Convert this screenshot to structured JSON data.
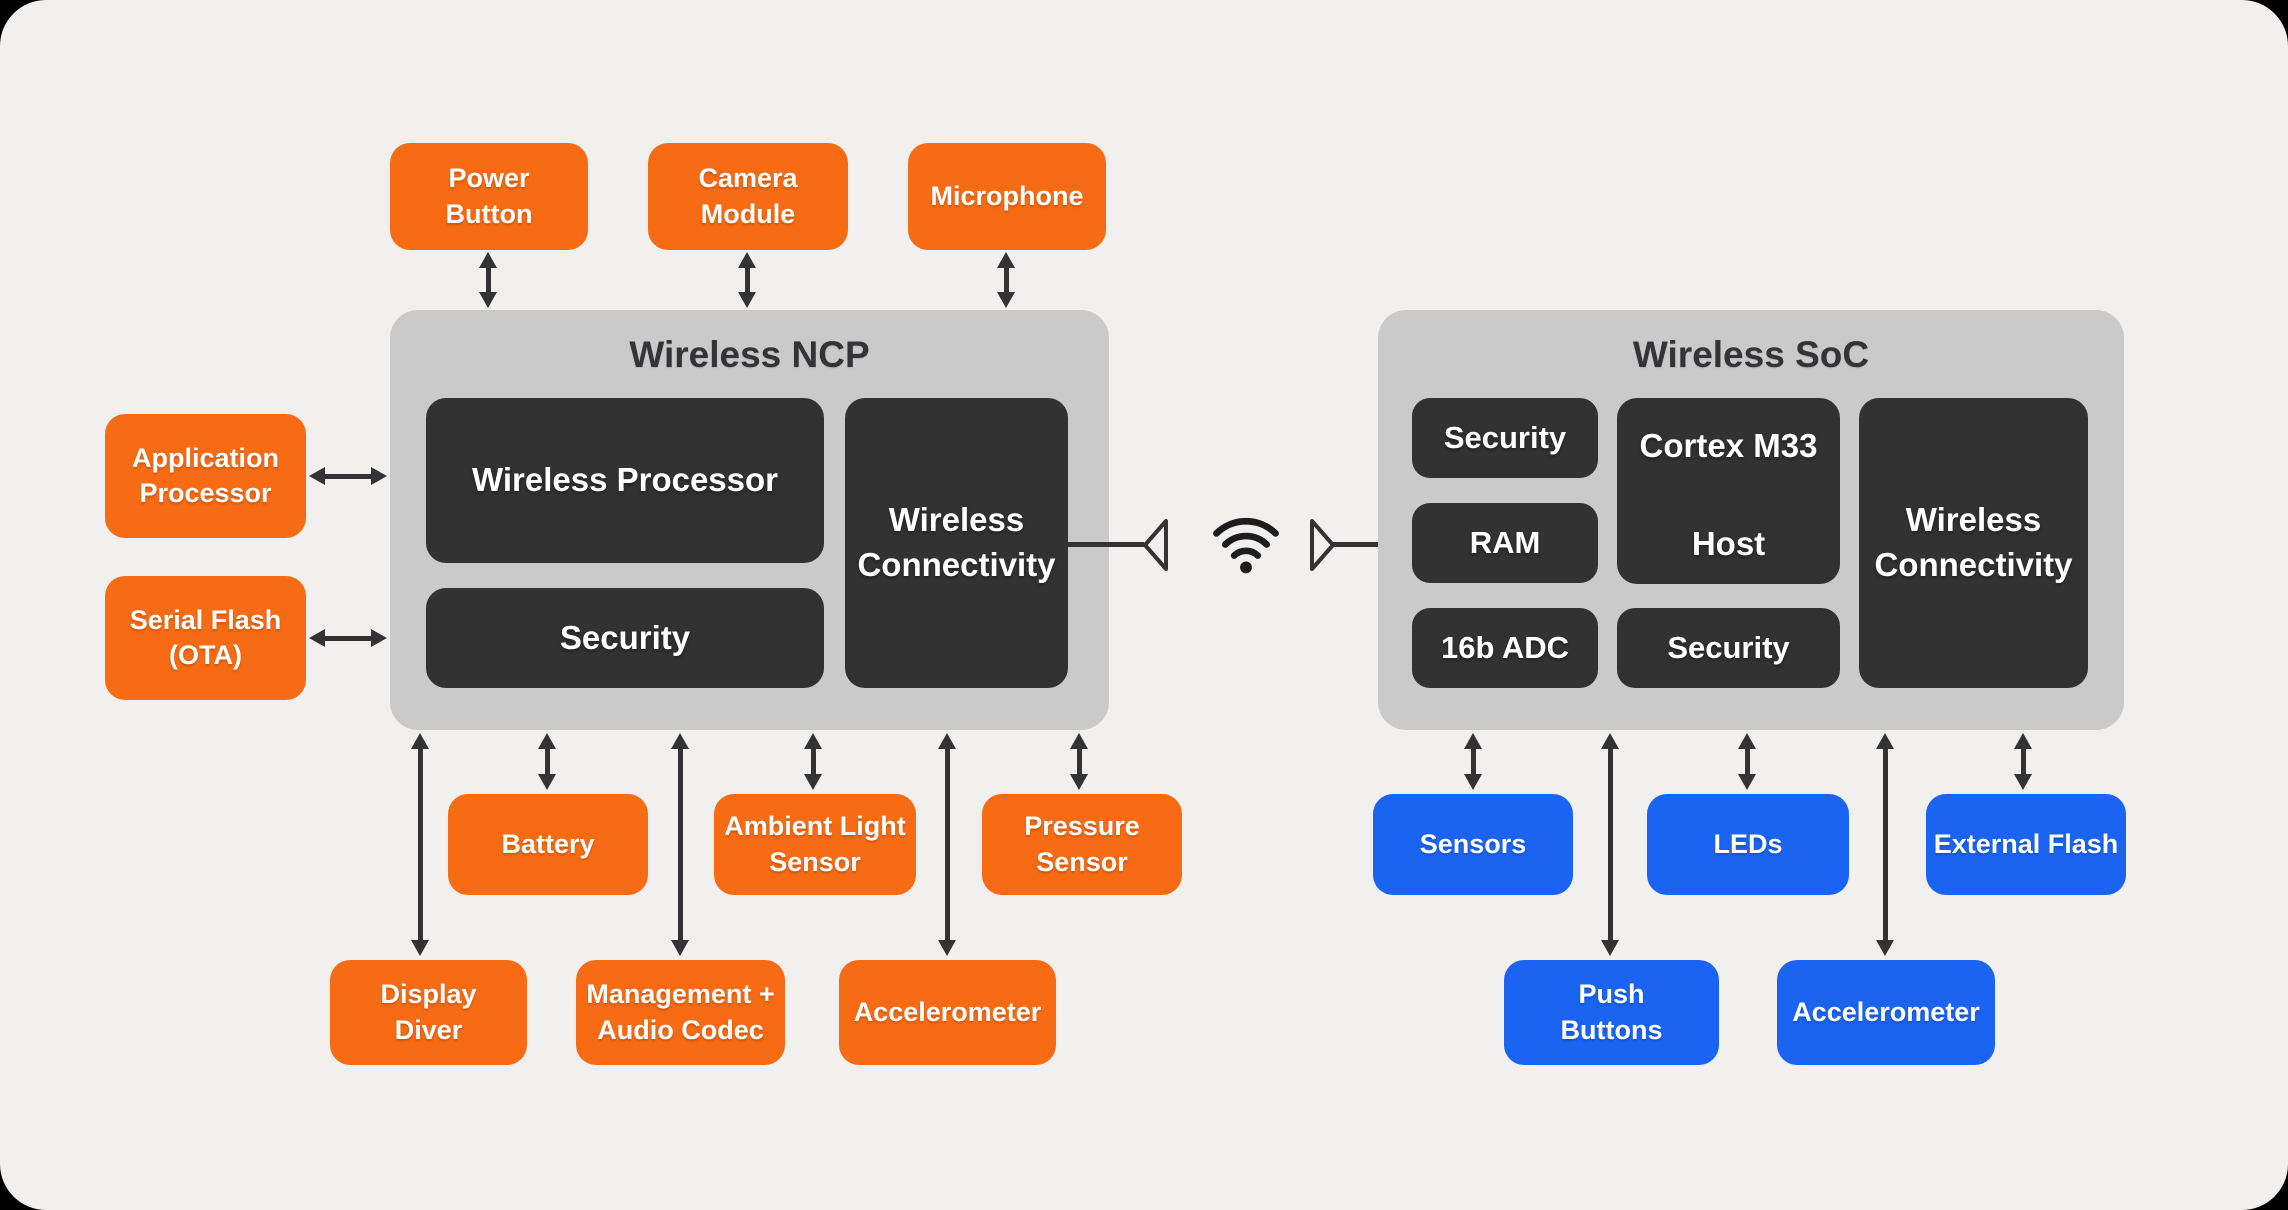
{
  "colors": {
    "orange": "#F76B15",
    "blue": "#1B64F2",
    "dark_block": "#323232",
    "container_gray": "#CACACA",
    "page_background": "#F1F0EE",
    "arrow": "#333336",
    "title_text": "#343437"
  },
  "ncp": {
    "title": "Wireless NCP",
    "top_peripherals": [
      {
        "label": "Power\nButton"
      },
      {
        "label": "Camera\nModule"
      },
      {
        "label": "Microphone"
      }
    ],
    "left_peripherals": [
      {
        "label": "Application\nProcessor"
      },
      {
        "label": "Serial Flash\n(OTA)"
      }
    ],
    "blocks": {
      "processor": "Wireless Processor",
      "security": "Security",
      "connectivity": "Wireless\nConnectivity"
    },
    "bottom_row1": [
      {
        "label": "Battery"
      },
      {
        "label": "Ambient Light\nSensor"
      },
      {
        "label": "Pressure\nSensor"
      }
    ],
    "bottom_row2": [
      {
        "label": "Display\nDiver"
      },
      {
        "label": "Management +\nAudio Codec"
      },
      {
        "label": "Accelerometer"
      }
    ]
  },
  "soc": {
    "title": "Wireless SoC",
    "blocks": {
      "security_top": "Security",
      "ram": "RAM",
      "adc": "16b ADC",
      "cortex": "Cortex M33",
      "host": "Host",
      "security_bottom": "Security",
      "connectivity": "Wireless\nConnectivity"
    },
    "bottom_row1": [
      {
        "label": "Sensors"
      },
      {
        "label": "LEDs"
      },
      {
        "label": "External Flash"
      }
    ],
    "bottom_row2": [
      {
        "label": "Push\nButtons"
      },
      {
        "label": "Accelerometer"
      }
    ]
  }
}
